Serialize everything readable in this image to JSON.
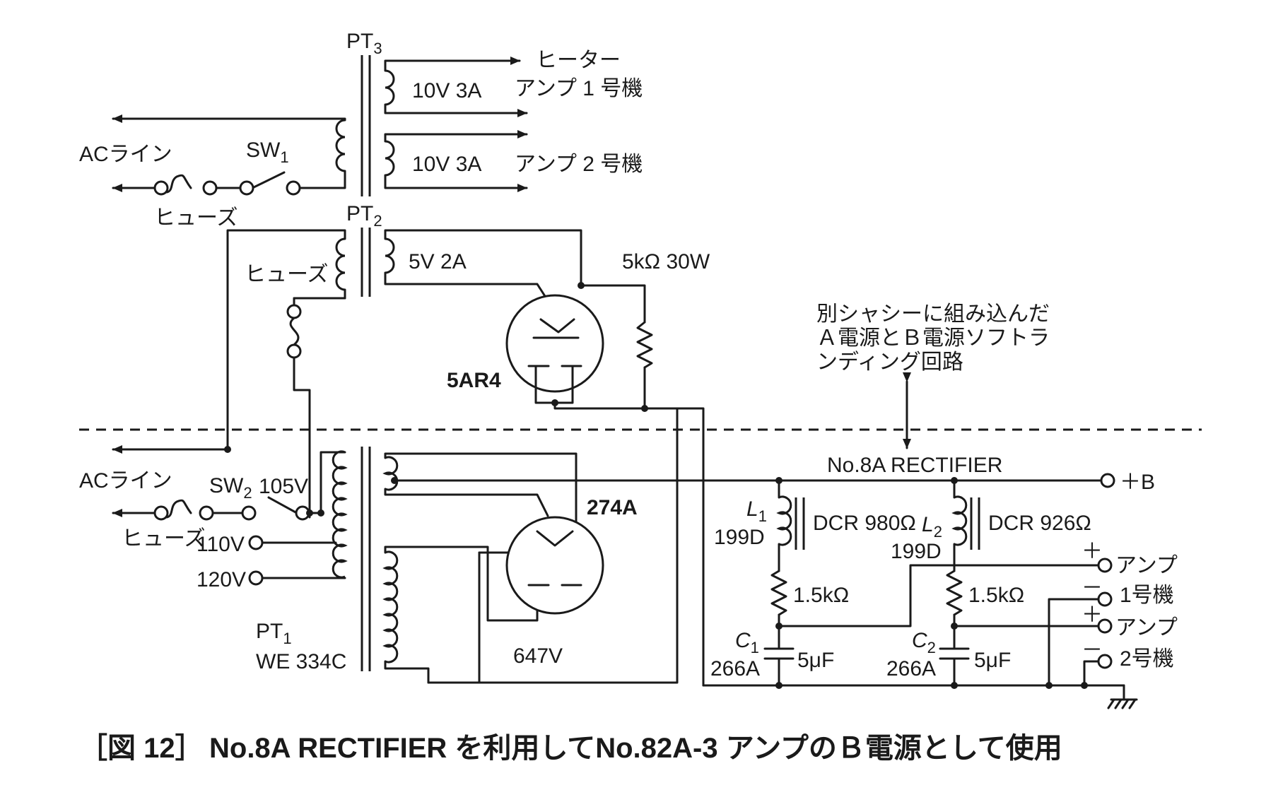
{
  "caption": {
    "figure_label": "［図 12］",
    "text": "No.8A RECTIFIER を利用してNo.82A-3 アンプのＢ電源として使用"
  },
  "pt3": {
    "label": "PT",
    "sub": "3",
    "sec1": "10V 3A",
    "sec2": "10V 3A",
    "out_heater": "ヒーター",
    "out_amp1": "アンプ 1 号機",
    "out_amp2": "アンプ 2 号機"
  },
  "upper_line": {
    "ac_label": "ACライン",
    "sw_label": "SW",
    "sw_sub": "1",
    "fuse_label": "ヒューズ"
  },
  "pt2": {
    "label": "PT",
    "sub": "2",
    "sec": "5V 2A",
    "fuse_label": "ヒューズ"
  },
  "rect_5ar4": {
    "tube": "5AR4",
    "resistor": "5kΩ 30W"
  },
  "note": {
    "line1": "別シャシーに組み込んだ",
    "line2": "Ａ電源とＢ電源ソフトラ",
    "line3": "ンディング回路"
  },
  "lower_line": {
    "ac_label": "ACライン",
    "sw_label": "SW",
    "sw_sub": "2",
    "tap_105": "105V",
    "fuse_label": "ヒューズ",
    "tap_110": "110V",
    "tap_120": "120V"
  },
  "pt1": {
    "label": "PT",
    "sub": "1",
    "model": "WE 334C",
    "hv": "647V"
  },
  "rect_274a": {
    "tube": "274A"
  },
  "no8a": {
    "title": "No.8A RECTIFIER",
    "out_b": "＋B",
    "l1": "L",
    "l1_sub": "1",
    "l1_part": "199D",
    "l1_dcr": "DCR 980Ω",
    "l2": "L",
    "l2_sub": "2",
    "l2_part": "199D",
    "l2_dcr": "DCR 926Ω",
    "r1": "1.5kΩ",
    "r2": "1.5kΩ",
    "c1": "C",
    "c1_sub": "1",
    "c1_part": "266A",
    "c1_value": "5μF",
    "c2": "C",
    "c2_sub": "2",
    "c2_part": "266A",
    "c2_value": "5μF",
    "plus1": "＋",
    "minus1": "－",
    "plus2": "＋",
    "minus2": "－",
    "amp1_a": "アンプ",
    "amp1_b": "1号機",
    "amp2_a": "アンプ",
    "amp2_b": "2号機"
  }
}
